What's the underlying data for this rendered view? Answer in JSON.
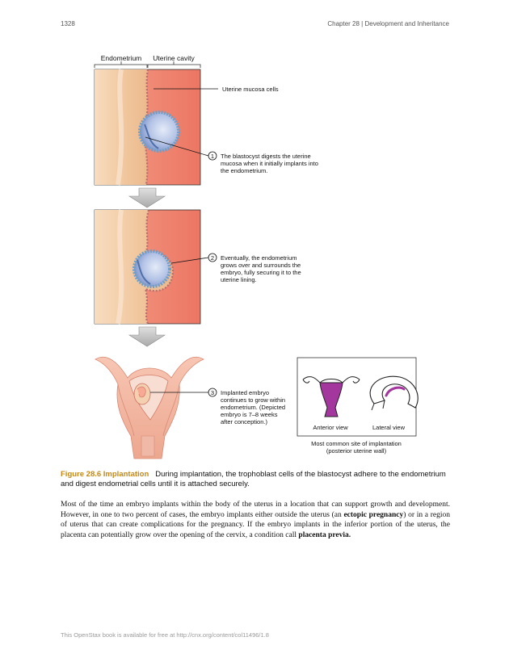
{
  "header": {
    "page_number": "1328",
    "chapter": "Chapter 28 | Development and Inheritance"
  },
  "figure": {
    "label_endometrium": "Endometrium",
    "label_uterine_cavity": "Uterine cavity",
    "label_mucosa_cells": "Uterine mucosa cells",
    "step1": {
      "number": "1",
      "lines": [
        "The blastocyst digests the uterine",
        "mucosa when it initially implants into",
        "the endometrium."
      ]
    },
    "step2": {
      "number": "2",
      "lines": [
        "Eventually, the endometrium",
        "grows over and surrounds the",
        "embryo, fully securing it to the",
        "uterine lining."
      ]
    },
    "step3": {
      "number": "3",
      "lines": [
        "Implanted embryo",
        "continues to grow within",
        "endometrium. (Depicted",
        "embryo is 7–8 weeks",
        "after conception.)"
      ]
    },
    "inset": {
      "anterior_label": "Anterior view",
      "lateral_label": "Lateral view",
      "site_line1": "Most common site of implantation",
      "site_line2": "(posterior uterine wall)"
    }
  },
  "caption": {
    "label": "Figure 28.6 Implantation",
    "text": "During implantation, the trophoblast cells of the blastocyst adhere to the endometrium and digest endometrial cells until it is attached securely."
  },
  "body": {
    "part1": "Most of the time an embryo implants within the body of the uterus in a location that can support growth and development. However, in one to two percent of cases, the embryo implants either outside the uterus (an ",
    "term1": "ectopic pregnancy",
    "part2": ") or in a region of uterus that can create complications for the pregnancy. If the embryo implants in the inferior portion of the uterus, the placenta can potentially grow over the opening of the cervix, a condition call ",
    "term2": "placenta previa."
  },
  "footer": {
    "text": "This OpenStax book is available for free at http://cnx.org/content/col11496/1.8"
  },
  "colors": {
    "caption_label": "#c8870f",
    "endometrium": "#f3c9a0",
    "cavity": "#ee8470",
    "blastocyst": "#9fb5dc"
  }
}
